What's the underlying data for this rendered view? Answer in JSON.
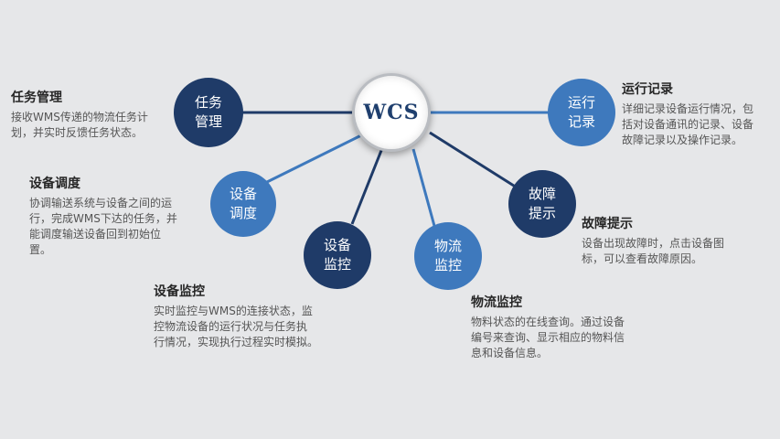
{
  "hub": {
    "label": "WCS"
  },
  "nodes": {
    "task": "任务\n管理",
    "dispatch": "设备\n调度",
    "device_monitor": "设备\n监控",
    "logistics_monitor": "物流\n监控",
    "fault": "故障\n提示",
    "log": "运行\n记录"
  },
  "blocks": {
    "task": {
      "title": "任务管理",
      "desc": "接收WMS传递的物流任务计\n划，并实时反馈任务状态。"
    },
    "dispatch": {
      "title": "设备调度",
      "desc": "协调输送系统与设备之间的运\n行，完成WMS下达的任务，并\n能调度输送设备回到初始位\n置。"
    },
    "device_monitor": {
      "title": "设备监控",
      "desc": "实时监控与WMS的连接状态，监\n控物流设备的运行状况与任务执\n行情况，实现执行过程实时模拟。"
    },
    "logistics_monitor": {
      "title": "物流监控",
      "desc": "物料状态的在线查询。通过设备\n编号来查询、显示相应的物料信\n息和设备信息。"
    },
    "fault": {
      "title": "故障提示",
      "desc": "设备出现故障时，点击设备图\n标，可以查看故障原因。"
    },
    "log": {
      "title": "运行记录",
      "desc": "详细记录设备运行情况，包\n括对设备通讯的记录、设备\n故障记录以及操作记录。"
    }
  },
  "colors": {
    "dark_node": "#1f3b68",
    "light_node": "#3e79bd",
    "background": "#e6e7e9"
  }
}
